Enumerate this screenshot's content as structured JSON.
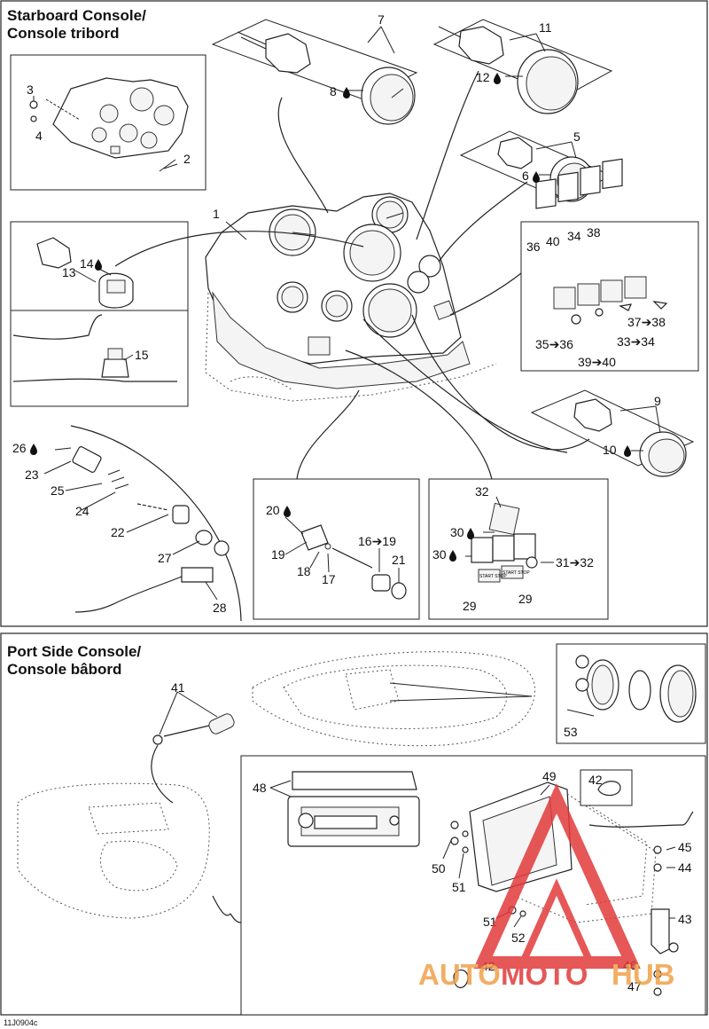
{
  "sections": {
    "starboard": {
      "title_line1": "Starboard Console/",
      "title_line2": "Console tribord"
    },
    "port": {
      "title_line1": "Port Side Console/",
      "title_line2": "Console bâbord"
    }
  },
  "callouts": {
    "c1": "1",
    "c2": "2",
    "c3": "3",
    "c4": "4",
    "c5": "5",
    "c6": "6",
    "c7": "7",
    "c8": "8",
    "c9": "9",
    "c10": "10",
    "c11": "11",
    "c12": "12",
    "c13": "13",
    "c14": "14",
    "c15": "15",
    "c16_19": "16➔19",
    "c17": "17",
    "c18": "18",
    "c19": "19",
    "c20": "20",
    "c21": "21",
    "c22": "22",
    "c23": "23",
    "c24": "24",
    "c25": "25",
    "c26": "26",
    "c27": "27",
    "c28": "28",
    "c29a": "29",
    "c29b": "29",
    "c30a": "30",
    "c30b": "30",
    "c31_32": "31➔32",
    "c32": "32",
    "c33_34": "33➔34",
    "c34": "34",
    "c35_36": "35➔36",
    "c36": "36",
    "c37_38": "37➔38",
    "c38": "38",
    "c39_40": "39➔40",
    "c40": "40",
    "c41": "41",
    "c42a": "42",
    "c42b": "42",
    "c43": "43",
    "c44": "44",
    "c45": "45",
    "c46": "46",
    "c47": "47",
    "c48": "48",
    "c49": "49",
    "c50": "50",
    "c51a": "51",
    "c51b": "51",
    "c52": "52",
    "c53": "53"
  },
  "labels": {
    "start_stop_1": "START STOP",
    "start_stop_2": "START STOP",
    "doc_code": "11J0904c"
  },
  "watermark": {
    "part1": "AUTO",
    "part2": "MOTO",
    "part3": "HUB",
    "color_orange": "#f0a14a",
    "color_red": "#e23a3a"
  },
  "icons": {
    "drop": "liquid-drop-icon",
    "arrow": "right-arrow-glyph"
  }
}
